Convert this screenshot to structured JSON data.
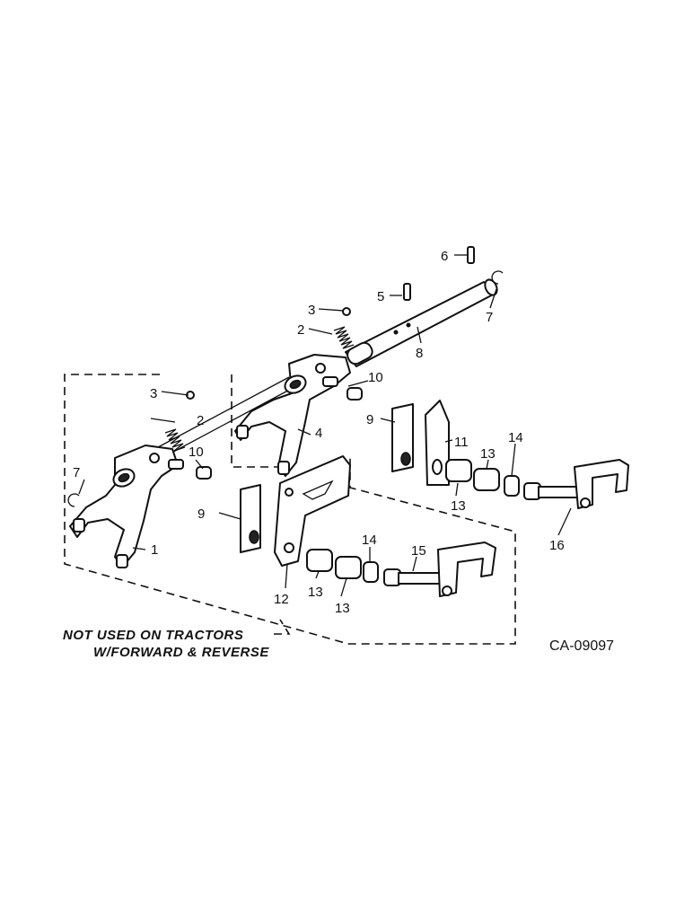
{
  "callouts": {
    "n1": "1",
    "n2a": "2",
    "n2b": "2",
    "n3a": "3",
    "n3b": "3",
    "n4": "4",
    "n5": "5",
    "n6": "6",
    "n7a": "7",
    "n7b": "7",
    "n8": "8",
    "n9a": "9",
    "n9b": "9",
    "n10a": "10",
    "n10b": "10",
    "n11": "11",
    "n12": "12",
    "n13a": "13",
    "n13b": "13",
    "n13c": "13",
    "n13d": "13",
    "n14a": "14",
    "n14b": "14",
    "n15": "15",
    "n16": "16"
  },
  "note": {
    "line1": "NOT USED ON TRACTORS",
    "line2": "W/FORWARD & REVERSE"
  },
  "drawing_code": "CA-09097"
}
